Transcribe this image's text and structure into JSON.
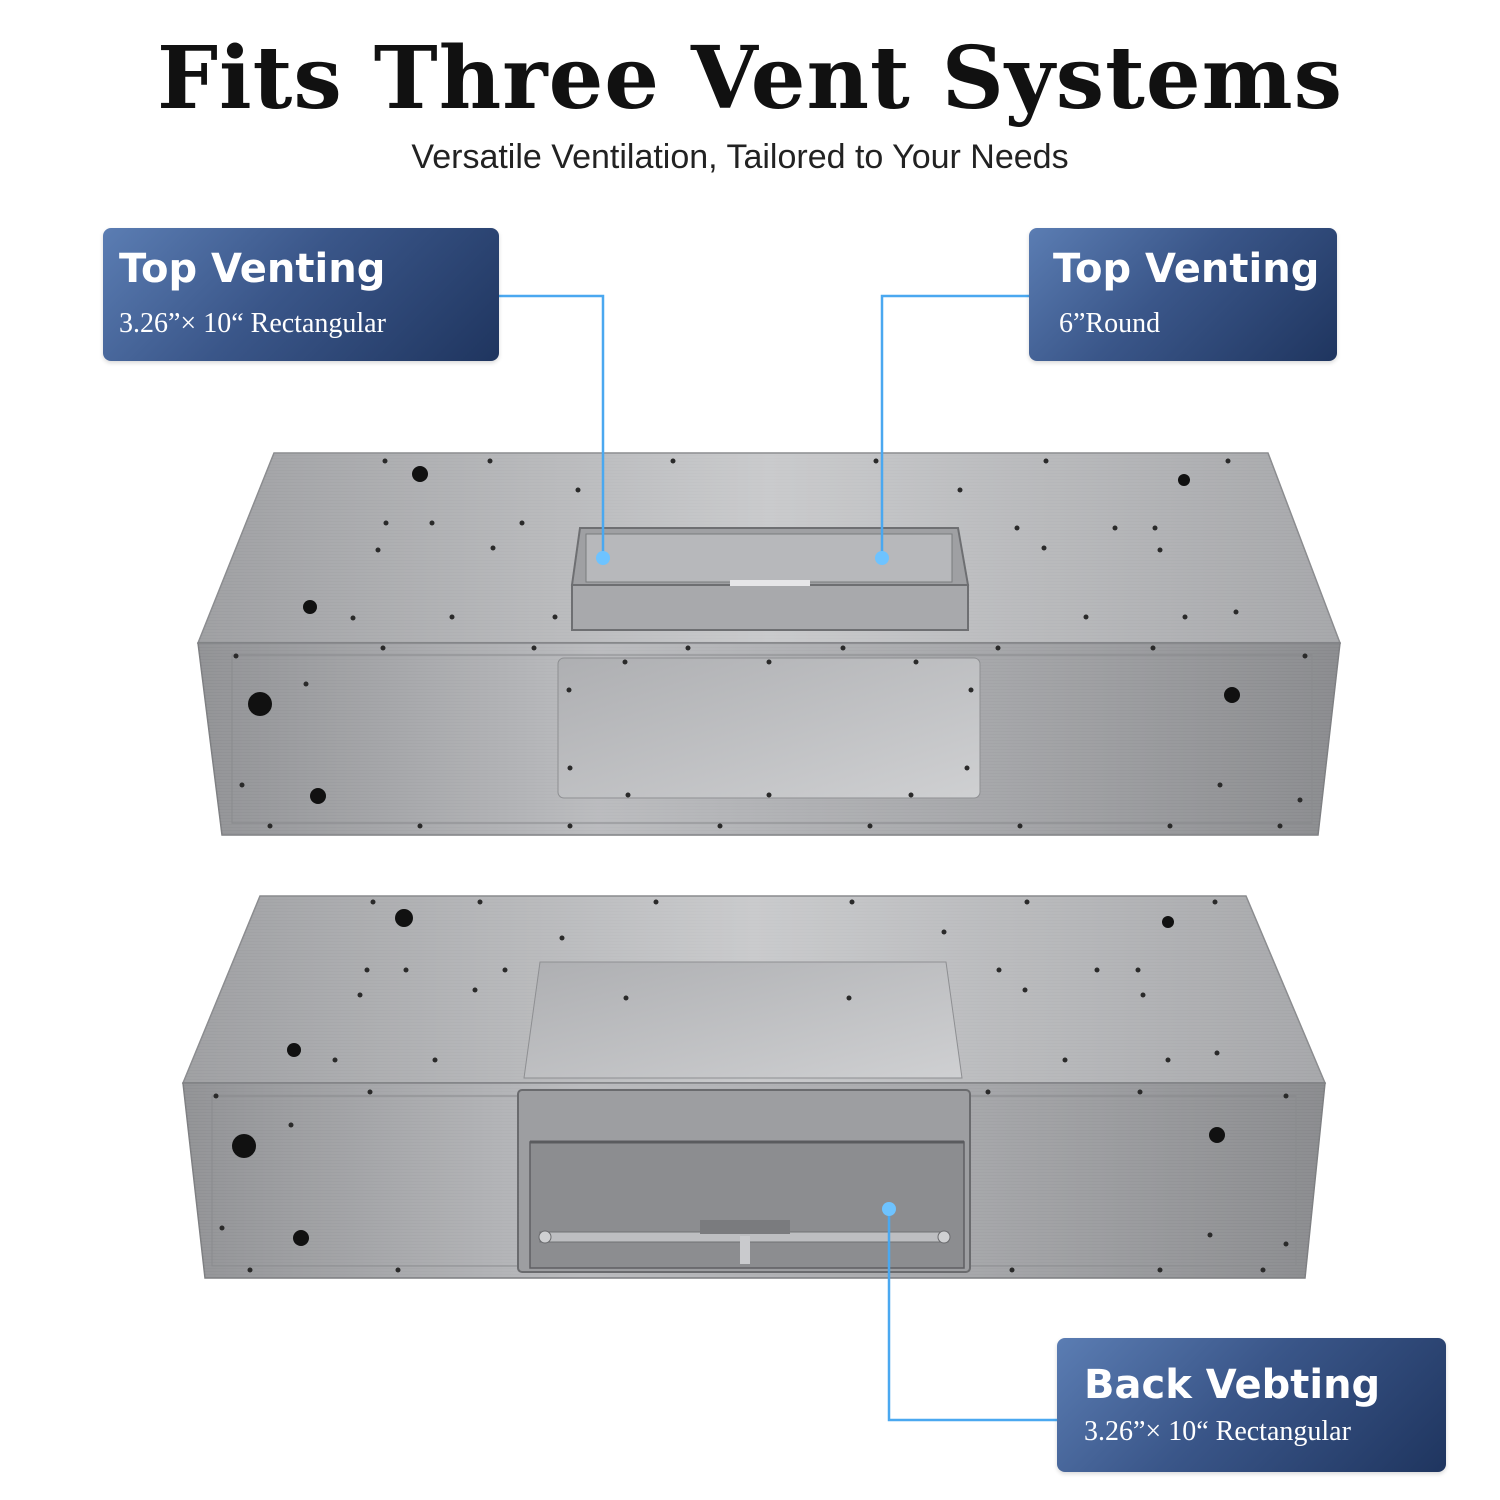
{
  "header": {
    "title": "Fits Three Vent Systems",
    "subtitle": "Versatile Ventilation, Tailored to Your Needs"
  },
  "callouts": [
    {
      "heading": "Top Venting",
      "detail": "3.26”× 10“ Rectangular"
    },
    {
      "heading": "Top Venting",
      "detail": "6”Round"
    },
    {
      "heading": "Back Vebting",
      "detail": "3.26”× 10“ Rectangular"
    }
  ],
  "colors": {
    "callout_dark": "#1f355f",
    "callout_light": "#5b7db3",
    "leader_line": "#4aa8f0",
    "steel": "#a9aaac"
  }
}
